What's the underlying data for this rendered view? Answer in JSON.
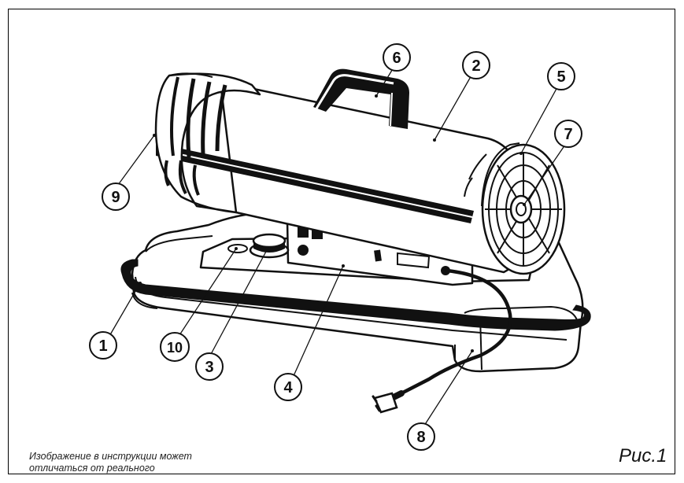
{
  "caption": {
    "line1": "Изображение в инструкции может",
    "line2": "отличаться от реального"
  },
  "figure_label": "Рис.1",
  "callouts": [
    {
      "num": "1",
      "part": "base-tank"
    },
    {
      "num": "2",
      "part": "body-casing"
    },
    {
      "num": "3",
      "part": "thermostat-knob"
    },
    {
      "num": "4",
      "part": "control-panel"
    },
    {
      "num": "5",
      "part": "fan-guard"
    },
    {
      "num": "6",
      "part": "carry-handle"
    },
    {
      "num": "7",
      "part": "motor-hub"
    },
    {
      "num": "8",
      "part": "power-cord"
    },
    {
      "num": "9",
      "part": "outlet-nozzle"
    },
    {
      "num": "10",
      "part": "fuel-cap"
    }
  ]
}
